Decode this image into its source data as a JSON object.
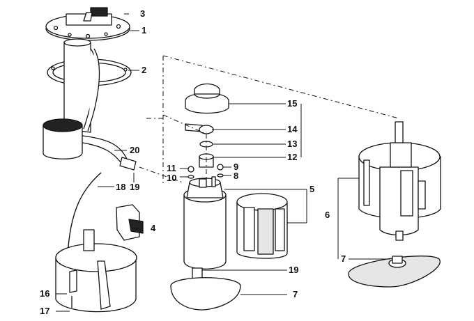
{
  "callouts": {
    "c1": "1",
    "c2": "2",
    "c3": "3",
    "c4": "4",
    "c5": "5",
    "c6": "6",
    "c7a": "7",
    "c7b": "7",
    "c8": "8",
    "c9": "9",
    "c10": "10",
    "c11": "11",
    "c12": "12",
    "c13": "13",
    "c14": "14",
    "c15": "15",
    "c16": "16",
    "c17": "17",
    "c18": "18",
    "c19a": "19",
    "c19b": "19",
    "c20": "20"
  }
}
